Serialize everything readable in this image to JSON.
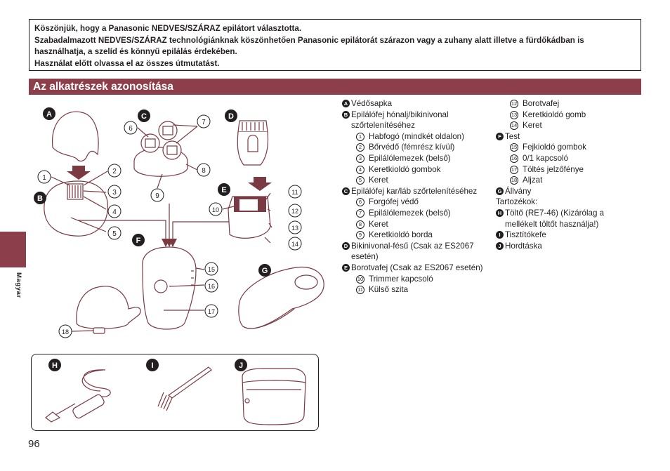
{
  "intro": [
    "Köszönjük, hogy a Panasonic NEDVES/SZÁRAZ epilátort választotta.",
    "Szabadalmazott NEDVES/SZÁRAZ technológiánknak köszönhetően Panasonic epilátorát szárazon vagy a zuhany alatt illetve a fürdőkádban is használhatja, a szelíd és könnyű epilálás érdekében.",
    "Használat előtt olvassa el az összes útmutatást."
  ],
  "section_title": "Az alkatrészek azonosítása",
  "side_tab_label": "Magyar",
  "page_number": "96",
  "colors": {
    "accent": "#8c3f4a",
    "ink": "#231f20",
    "drawing": "#7a3a44"
  },
  "figure": {
    "part_letters": {
      "A": "A",
      "B": "B",
      "C": "C",
      "D": "D",
      "E": "E",
      "F": "F",
      "G": "G"
    },
    "callouts": {
      "n1": "1",
      "n2": "2",
      "n3": "3",
      "n4": "4",
      "n5": "5",
      "n6": "6",
      "n7": "7",
      "n8": "8",
      "n9": "9",
      "n10": "10",
      "n11": "11",
      "n12": "12",
      "n13": "13",
      "n14": "14",
      "n15": "15",
      "n16": "16",
      "n17": "17",
      "n18": "18"
    },
    "accessory_letters": {
      "H": "H",
      "I": "I",
      "J": "J"
    }
  },
  "parts_col1": [
    {
      "marker": "A",
      "text": "Védősapka"
    },
    {
      "marker": "B",
      "text": "Epilálófej hónalj/bikinivonal szőrtelenítéséhez"
    },
    {
      "num": "1",
      "text": "Habfogó (mindkét oldalon)"
    },
    {
      "num": "2",
      "text": "Bőrvédő (fémrész kívül)"
    },
    {
      "num": "3",
      "text": "Epilálólemezek (belső)"
    },
    {
      "num": "4",
      "text": "Keretkioldó gombok"
    },
    {
      "num": "5",
      "text": "Keret"
    },
    {
      "marker": "C",
      "text": "Epilálófej kar/láb szőrtelenítéséhez"
    },
    {
      "num": "6",
      "text": "Forgófej védő"
    },
    {
      "num": "7",
      "text": "Epilálólemezek (belső)"
    },
    {
      "num": "8",
      "text": "Keret"
    },
    {
      "num": "9",
      "text": "Keretkioldó borda"
    },
    {
      "marker": "D",
      "text": "Bikinivonal-fésű (Csak az ES2067 esetén)"
    },
    {
      "marker": "E",
      "text": "Borotvafej (Csak az ES2067 esetén)"
    },
    {
      "num": "10",
      "text": "Trimmer kapcsoló"
    },
    {
      "num": "11",
      "text": "Külső szita"
    }
  ],
  "parts_col2": [
    {
      "num": "12",
      "text": "Borotvafej"
    },
    {
      "num": "13",
      "text": "Keretkioldó gomb"
    },
    {
      "num": "14",
      "text": "Keret"
    },
    {
      "marker": "F",
      "text": "Test"
    },
    {
      "num": "15",
      "text": "Fejkioldó gombok"
    },
    {
      "num": "16",
      "text": "0/1 kapcsoló"
    },
    {
      "num": "17",
      "text": "Töltés jelzőfénye"
    },
    {
      "num": "18",
      "text": "Aljzat"
    },
    {
      "marker": "G",
      "text": "Állvány"
    },
    {
      "text": "Tartozékok:"
    },
    {
      "marker": "H",
      "text": "Töltő (RE7-46) (Kizárólag a mellékelt töltőt használja!)"
    },
    {
      "marker": "I",
      "text": "Tisztítókefe"
    },
    {
      "marker": "J",
      "text": "Hordtáska"
    }
  ]
}
